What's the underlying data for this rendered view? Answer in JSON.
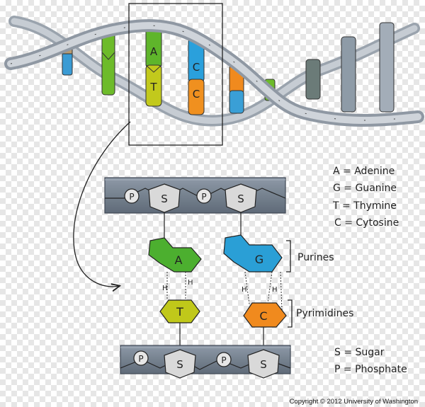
{
  "helix": {
    "pair_letters": {
      "a": "A",
      "t": "T",
      "c1": "C",
      "c2": "C"
    }
  },
  "bases": {
    "A": {
      "letter": "A",
      "color": "#4caf2f"
    },
    "G": {
      "letter": "G",
      "color": "#2a9fd6"
    },
    "T": {
      "letter": "T",
      "color": "#c0c81a"
    },
    "C": {
      "letter": "C",
      "color": "#f08a1e"
    },
    "S": "S",
    "P": "P",
    "H": "H"
  },
  "labels": {
    "purines": "Purines",
    "pyrimidines": "Pyrimidines"
  },
  "legend_top": [
    "A = Adenine",
    "G = Guanine",
    "T = Thymine",
    "C = Cytosine"
  ],
  "legend_bottom": [
    "S = Sugar",
    "P = Phosphate"
  ],
  "copyright": "Copyright © 2012 University of Washington",
  "colors": {
    "backbone": "#7d8a9c",
    "backbone_dark": "#55606e",
    "helix_strand": "#b9c0c9",
    "outline": "#333333"
  }
}
